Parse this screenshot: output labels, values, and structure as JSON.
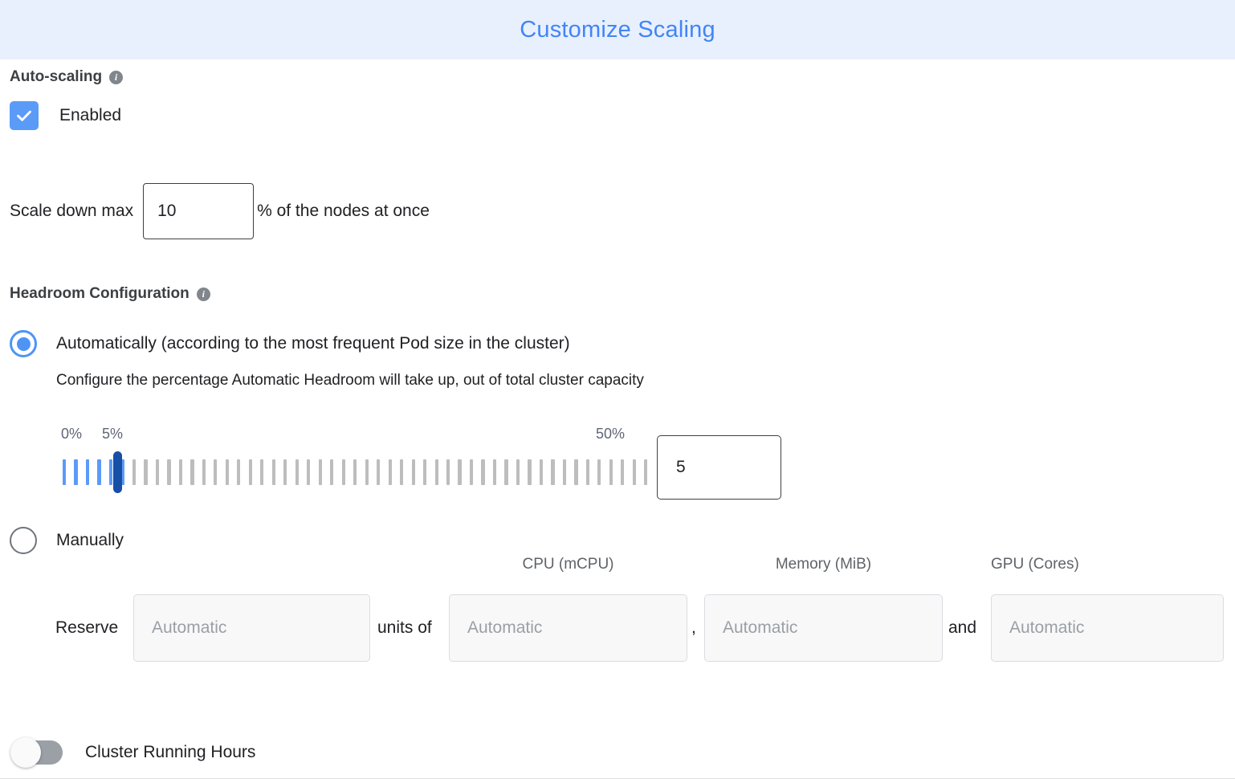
{
  "header": {
    "title": "Customize Scaling",
    "accent_color": "#4285f4",
    "background_color": "#e8f0fe"
  },
  "auto_scaling": {
    "section_title": "Auto-scaling",
    "info_icon": "info-icon",
    "info_glyph": "i",
    "checkbox_label": "Enabled",
    "checkbox_checked": true,
    "checkbox_color": "#5b9bf8"
  },
  "scale_down": {
    "label": "Scale down max",
    "value": "10",
    "suffix": "% of the nodes at once"
  },
  "headroom": {
    "section_title": "Headroom Configuration",
    "info_glyph": "i",
    "option_auto_label": "Automatically (according to the most frequent Pod size in the cluster)",
    "option_auto_selected": true,
    "option_auto_help": "Configure the percentage Automatic Headroom will take up, out of total cluster capacity",
    "option_manual_label": "Manually",
    "option_manual_selected": false
  },
  "slider": {
    "min_label": "0%",
    "value_label": "5%",
    "max_label": "50%",
    "min": 0,
    "max": 50,
    "value": 5,
    "tick_count": 51,
    "filled_tick_count": 6,
    "input_value": "5",
    "filled_color": "#5b9bf8",
    "empty_color": "#bdbdbd",
    "thumb_color": "#174ea6"
  },
  "reserve": {
    "word_reserve": "Reserve",
    "word_units_of": "units of",
    "word_comma": ",",
    "word_and": "and",
    "columns": [
      {
        "header": "",
        "placeholder": "Automatic",
        "value": "",
        "name": "units"
      },
      {
        "header": "CPU (mCPU)",
        "placeholder": "Automatic",
        "value": "",
        "name": "cpu"
      },
      {
        "header": "Memory (MiB)",
        "placeholder": "Automatic",
        "value": "",
        "name": "memory"
      },
      {
        "header": "GPU (Cores)",
        "placeholder": "Automatic",
        "value": "",
        "name": "gpu"
      }
    ]
  },
  "cluster_running_hours": {
    "label": "Cluster Running Hours",
    "enabled": false
  }
}
